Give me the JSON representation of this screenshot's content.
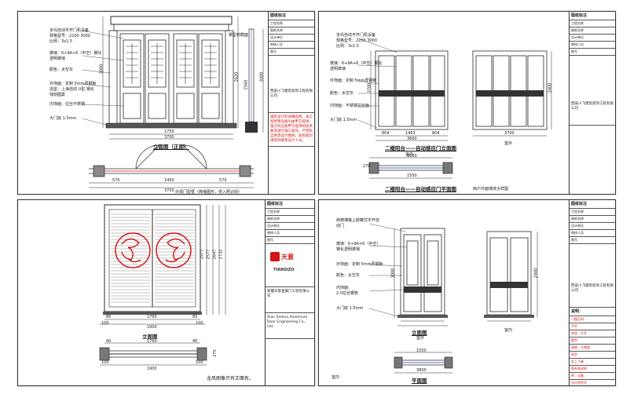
{
  "colors": {
    "red": "#d21414",
    "line": "#2a2a2a",
    "blue": "#1b3fb0"
  },
  "sheet1": {
    "labels": {
      "top_note": "多玛自动平开门机设备",
      "spec1": "规格型号：2200 3000",
      "spec2": "比例：3x1.5",
      "glass1": "玻璃：6+9A+6（中空）钢化",
      "glass2": "透明玻璃",
      "color": "颜色：太空灰",
      "pillar1": "外饰面：定制 5mm厚钢板",
      "pillar2": "造型：上海自动 U型 钢化",
      "pillar3": "蚀刻图案",
      "inner": "内饰面：拉丝不锈钢",
      "floor": "大门底 1.5mm",
      "side_note": "钢型材截面",
      "title": "立面图（正面）",
      "plan_note": "外观门型框（微缩图形，供入照识别）"
    },
    "dims": {
      "h1": "3000",
      "h2": "2620",
      "h3": "2560",
      "h4": "3000",
      "w1": "1750",
      "w2": "3700",
      "p1": "3700",
      "p2": "570",
      "p3": "1450",
      "p4": "570"
    },
    "title_block": {
      "head": "图纸标注",
      "rows": [
        "工程名称",
        "图纸名称",
        "设计单位",
        "审核人员",
        "图号"
      ],
      "company": "西安川飞建筑装饰工程有限公司",
      "notes": "组织设计的详细说明。本工程所用设备均由甲方提供，施工时应按甲方提供的技术要求进行施工安装，严禁私自更改设计图纸，如有疑问请及时联系设计人员。"
    }
  },
  "sheet2": {
    "labels": {
      "n1": "多玛自动平开门机设备",
      "n2": "规格型号：2200 3000",
      "n3": "比例：3x1.5",
      "glass1": "玻璃：6+9A+6（中空）钢化",
      "glass2": "透明玻璃",
      "frame": "外饰面：定制 5mm厚钢板",
      "color": "颜色：太空灰",
      "inner": "内饰面：不锈钢拉丝面",
      "floor": "大门底 1.5mm",
      "title_elev": "二楼阳台——自动感应门立面图",
      "title_plan": "二楼阳台——自动感应门平面图",
      "inside": "室内",
      "outside": "室外",
      "note_right": "西户外面墙体大样图"
    },
    "dims": {
      "d1": "804",
      "d2": "1463",
      "d3": "804",
      "d4": "3660",
      "d5": "3700",
      "d6": "3660",
      "d7": "1550",
      "d8": "270",
      "h1": "3700",
      "h2": "3400"
    },
    "title_block": {
      "head": "图纸标注",
      "rows": [
        "工程名称",
        "图纸名称",
        "设计单位",
        "审核人员",
        "图号"
      ],
      "company": "西安川飞建筑装饰工程有限公司"
    }
  },
  "sheet3": {
    "labels": {
      "title": "立面图",
      "note": "龙风图像只有正面有。"
    },
    "dims": {
      "h1": "2577",
      "h2": "2577",
      "h3": "2647",
      "h4": "2732",
      "w1": "85",
      "w2": "1760",
      "w3": "85",
      "w4": "100",
      "w5": "1900",
      "w6": "100",
      "p1": "40",
      "p2": "1760",
      "p3": "40",
      "p4": "100",
      "p5": "1900",
      "p6": "100",
      "p7": "275"
    },
    "title_block": {
      "head": "图纸标注",
      "rows": [
        "工程名称",
        "图纸名称",
        "设计单位",
        "审核人员",
        "图号"
      ],
      "brand": "天意",
      "brand_en": "TIANSIZO",
      "company": "新疆天意金属门工程有限公司",
      "company_en": "Xian Xinhua Aluminum Door Engineering Co., Ltd."
    }
  },
  "sheet4": {
    "labels": {
      "n1": "西德博森上肢罐式平开自",
      "n2": "动门",
      "glass1": "玻璃：6+9A+6（中空）",
      "glass2": "钢化透明玻璃",
      "frame": "外饰面：定制 5mm厚钢板",
      "color": "颜色：太空灰",
      "inner1": "内饰面：",
      "inner2": "2.0拉丝钢管",
      "floor": "大门底 1.5mm",
      "title_elev": "立面图",
      "title_plan": "平面图",
      "inside": "室外",
      "outside": "室内",
      "plan_inside": "室内"
    },
    "dims": {
      "h1": "3000",
      "h2": "2400",
      "w1": "1550",
      "w2": "3800"
    },
    "title_block": {
      "head": "图纸标注",
      "rows": [
        "工程名称",
        "图纸名称",
        "设计单位",
        "审核人员",
        "图号"
      ],
      "company": "西安川飞建筑装饰工程有限公司",
      "notes_head": "说明：",
      "notes": [
        "门槛石材：",
        "平开",
        "材质：平开",
        "颜色",
        "规格：大厚度",
        "面积",
        "含上下轴",
        "各系统说明",
        "附：设备",
        "设计师签字"
      ]
    }
  }
}
